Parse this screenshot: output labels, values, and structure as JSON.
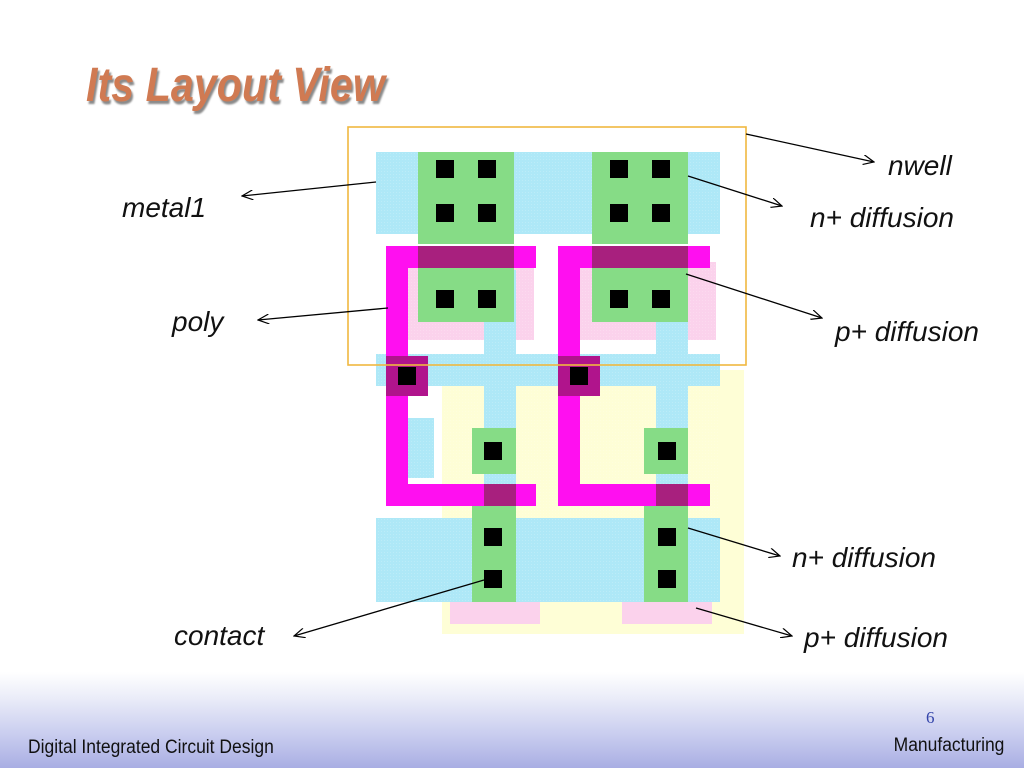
{
  "slide": {
    "title": "Its Layout View",
    "page_number": "6",
    "footer_left": "Digital Integrated Circuit Design",
    "footer_right": "Manufacturing"
  },
  "labels": {
    "nwell": "nwell",
    "n_diffusion_top": "n+ diffusion",
    "p_diffusion_top": "p+ diffusion",
    "n_diffusion_bottom": "n+ diffusion",
    "p_diffusion_bottom": "p+ diffusion",
    "metal1": "metal1",
    "poly": "poly",
    "contact": "contact"
  },
  "colors": {
    "nwell": "#f0b840",
    "metal1": "#a8e6f6",
    "n_diffusion": "#84dc84",
    "p_diffusion": "#f9c8e6",
    "poly": "#ff00ee",
    "contact": "#000000",
    "well_region": "#ffffd6",
    "title": "#d07a52",
    "footer_gradient_end": "#a9aee3"
  }
}
